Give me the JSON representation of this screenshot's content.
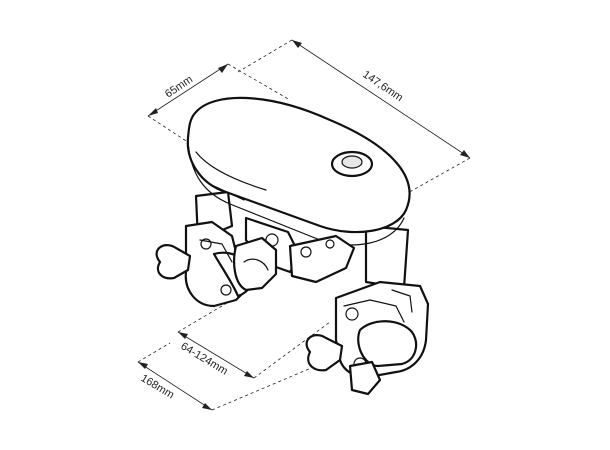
{
  "product": {
    "name": "bracket-with-two-pipe-clamps"
  },
  "dimensions": {
    "depth": "65mm",
    "width": "147,6mm",
    "clamp_range": "64-124mm",
    "clamp_spacing": "168mm"
  }
}
